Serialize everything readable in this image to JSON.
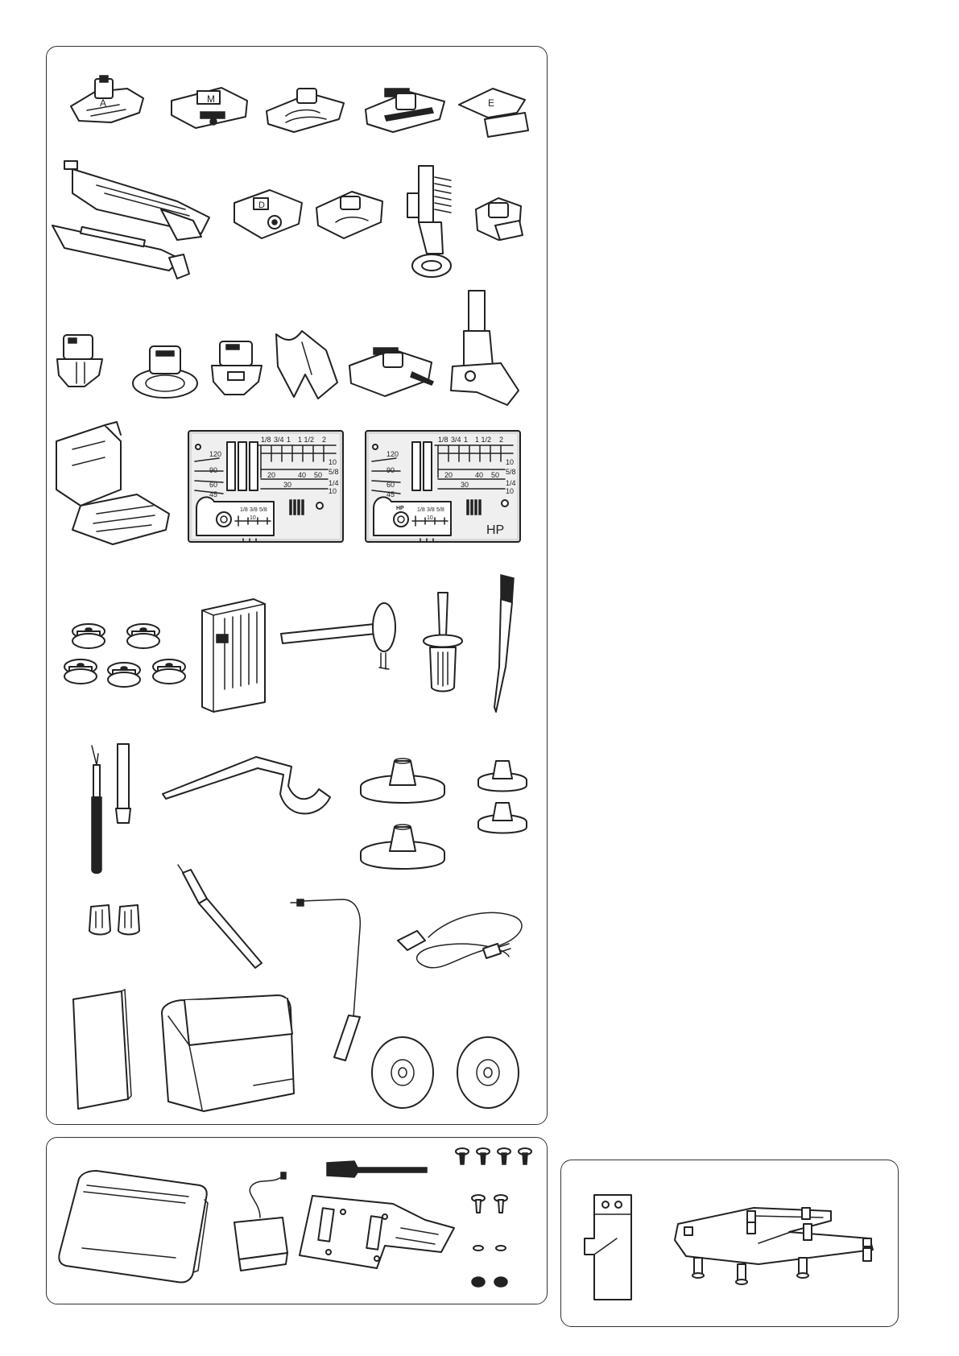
{
  "plate_standard": {
    "scale_top": [
      "1/8",
      "3/4",
      "1",
      "1 1/2",
      "2"
    ],
    "scale_left": [
      "120",
      "90",
      "60",
      "45"
    ],
    "scale_right": [
      "10",
      "5/8",
      "1/4",
      "10"
    ],
    "scale_mid": [
      "20",
      "40",
      "50",
      "30"
    ],
    "insert_top": [
      "1/8",
      "3/8",
      "5/8"
    ],
    "insert_mid": "10"
  },
  "plate_hp": {
    "scale_top": [
      "1/8",
      "3/4",
      "1",
      "1 1/2",
      "2"
    ],
    "scale_left": [
      "120",
      "90",
      "60",
      "45"
    ],
    "scale_right": [
      "10",
      "5/8",
      "1/4",
      "10"
    ],
    "scale_mid": [
      "20",
      "40",
      "50",
      "30"
    ],
    "insert_top": [
      "1/8",
      "3/8",
      "5/8"
    ],
    "insert_mid": "10",
    "insert_label": "HP",
    "mark": "HP"
  },
  "foot_letters": [
    "A",
    "M",
    "",
    "",
    "E",
    "",
    "",
    "",
    "",
    "",
    "",
    "",
    "",
    "",
    ""
  ],
  "foot_d_letter": "D"
}
